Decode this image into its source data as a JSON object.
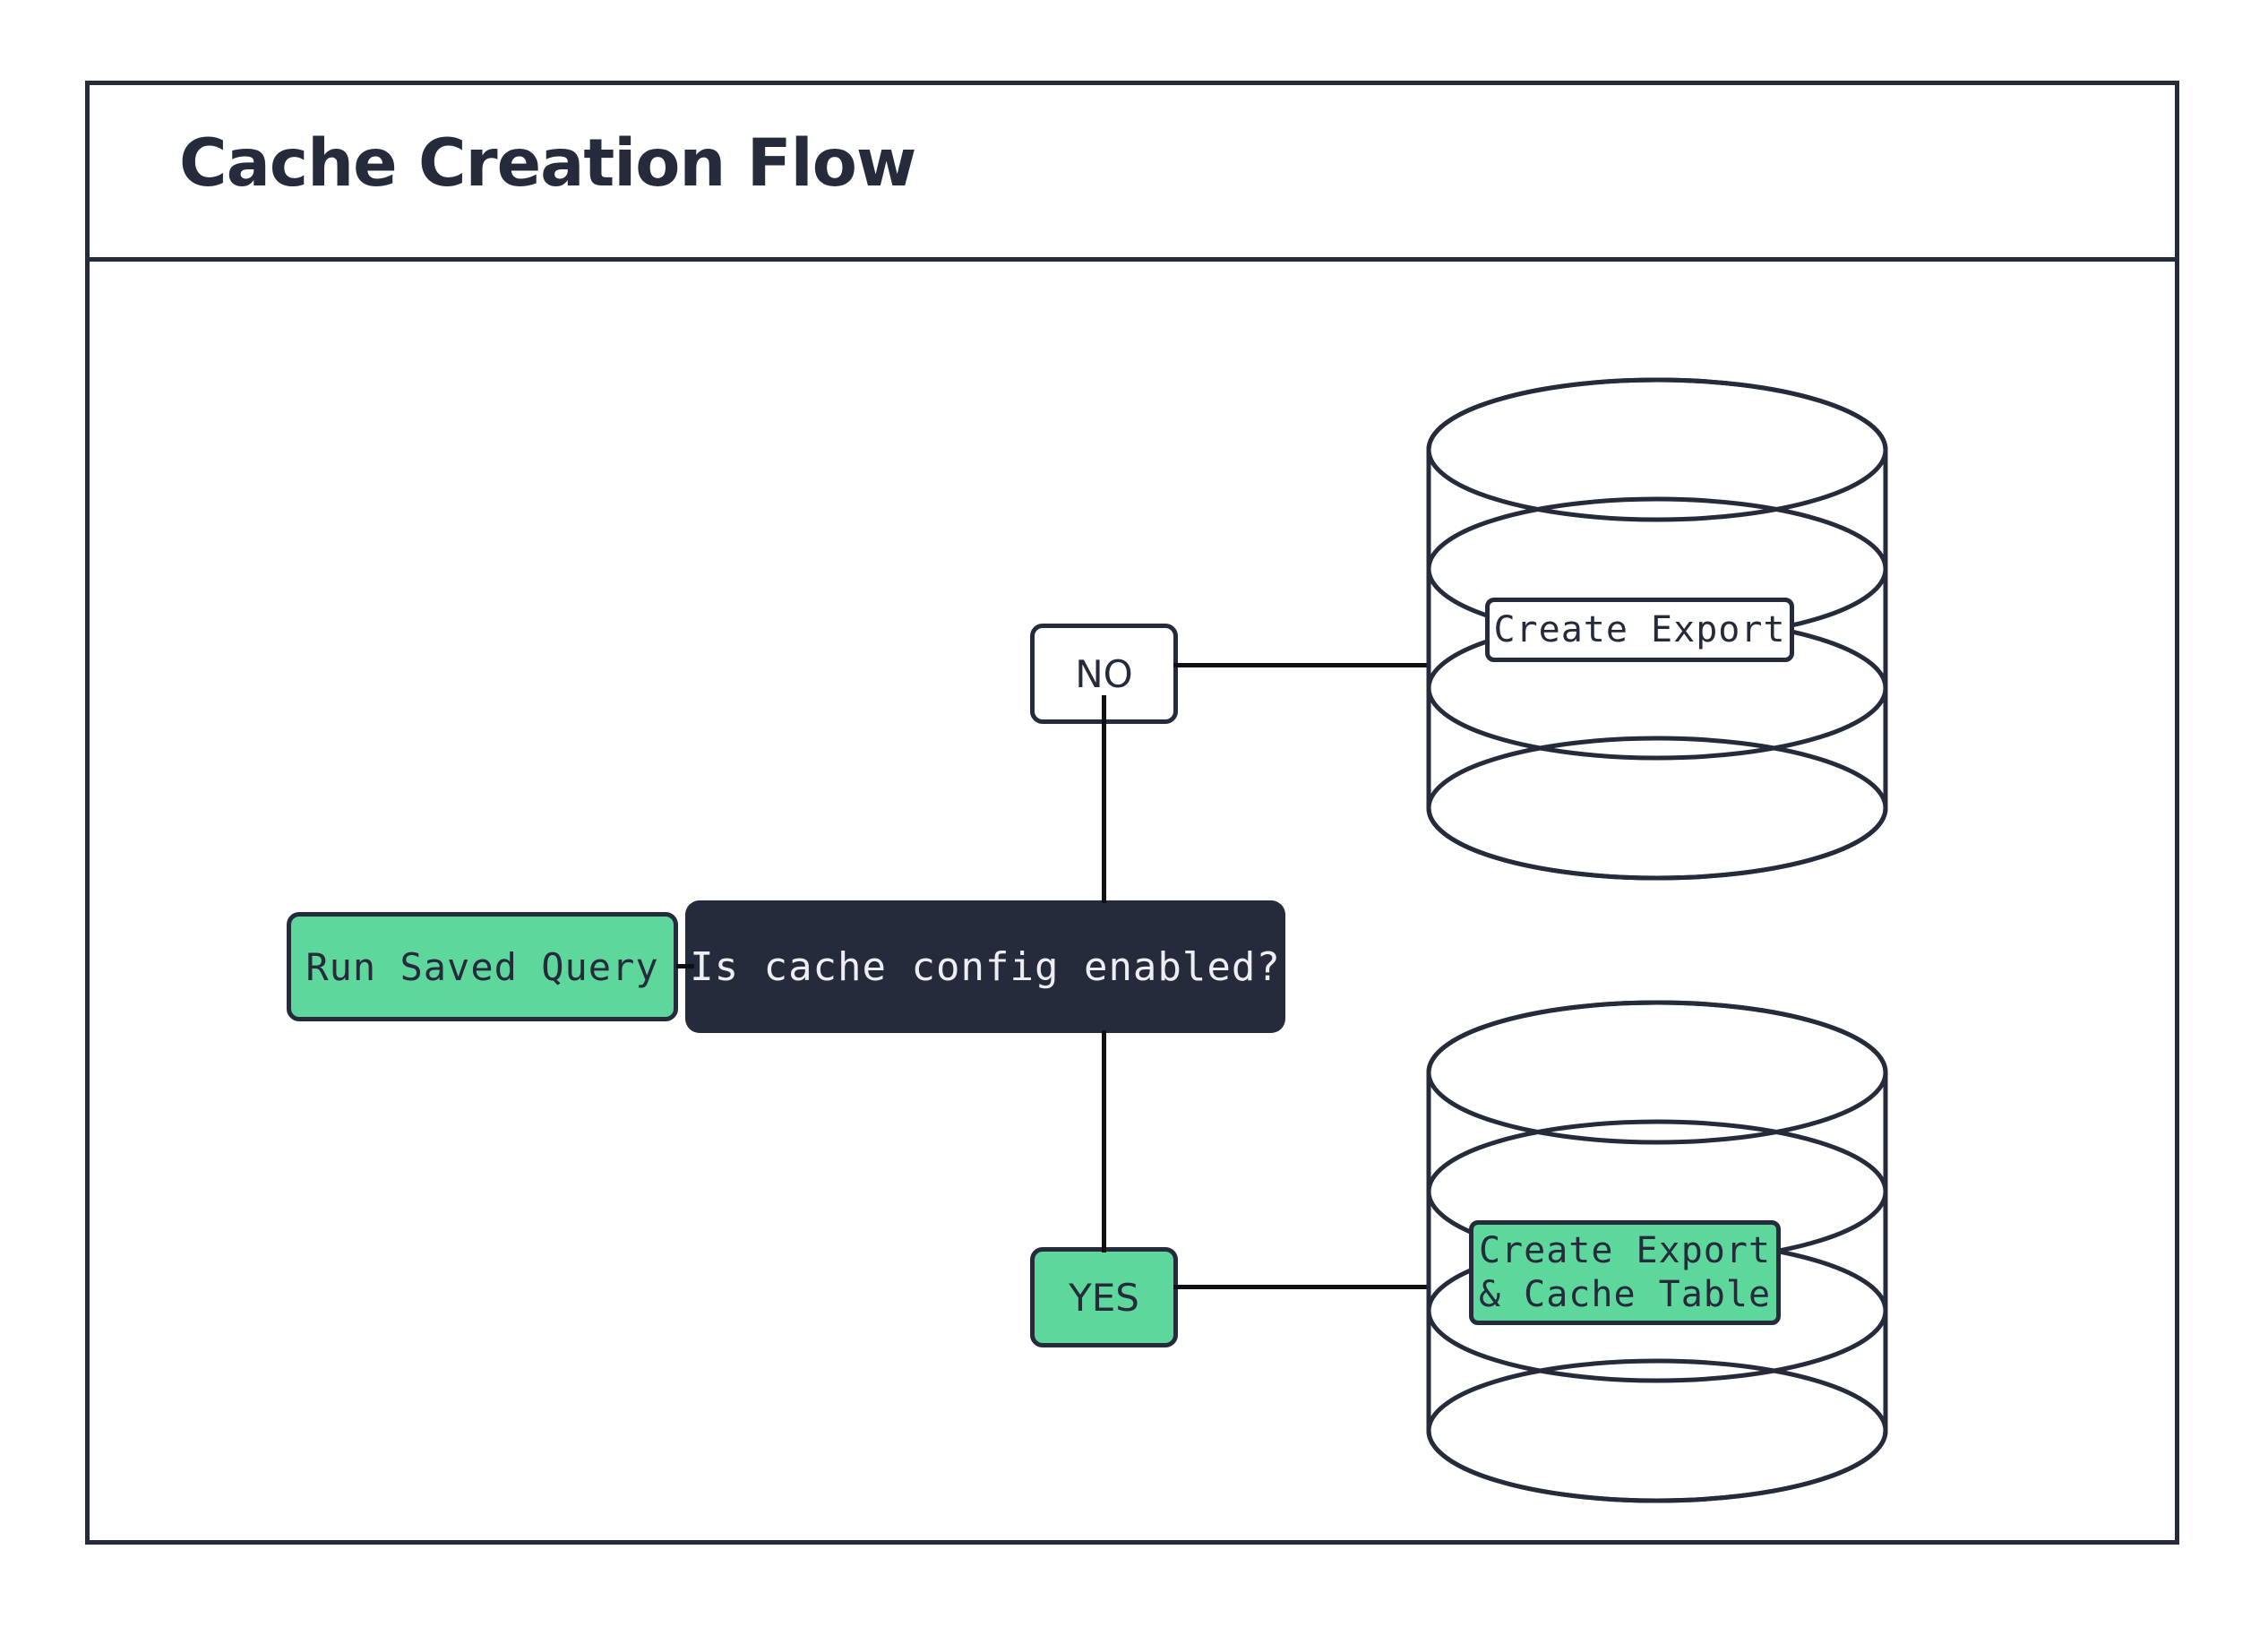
{
  "diagram": {
    "title": "Cache Creation Flow",
    "type": "flowchart",
    "colors": {
      "accent_green": "#5ed79d",
      "ink_dark": "#262b3c",
      "canvas_white": "#ffffff",
      "connector": "#101014"
    },
    "nodes": [
      {
        "id": "run-saved-query",
        "label": "Run Saved Query",
        "shape": "rounded-rectangle",
        "fill": "green"
      },
      {
        "id": "decision",
        "label": "Is cache config enabled?",
        "shape": "rounded-rectangle",
        "fill": "dark"
      },
      {
        "id": "branch-no",
        "label": "NO",
        "shape": "rounded-rectangle",
        "fill": "white"
      },
      {
        "id": "branch-yes",
        "label": "YES",
        "shape": "rounded-rectangle",
        "fill": "green"
      },
      {
        "id": "database-export",
        "label": "Create Export",
        "shape": "cylinder",
        "fill": "white"
      },
      {
        "id": "database-export-cache",
        "label": "Create Export\n& Cache Table",
        "shape": "cylinder",
        "fill": "green"
      }
    ],
    "edges": [
      {
        "from": "run-saved-query",
        "to": "decision",
        "label": ""
      },
      {
        "from": "decision",
        "to": "branch-no",
        "label": ""
      },
      {
        "from": "decision",
        "to": "branch-yes",
        "label": ""
      },
      {
        "from": "branch-no",
        "to": "database-export",
        "label": ""
      },
      {
        "from": "branch-yes",
        "to": "database-export-cache",
        "label": ""
      }
    ]
  }
}
